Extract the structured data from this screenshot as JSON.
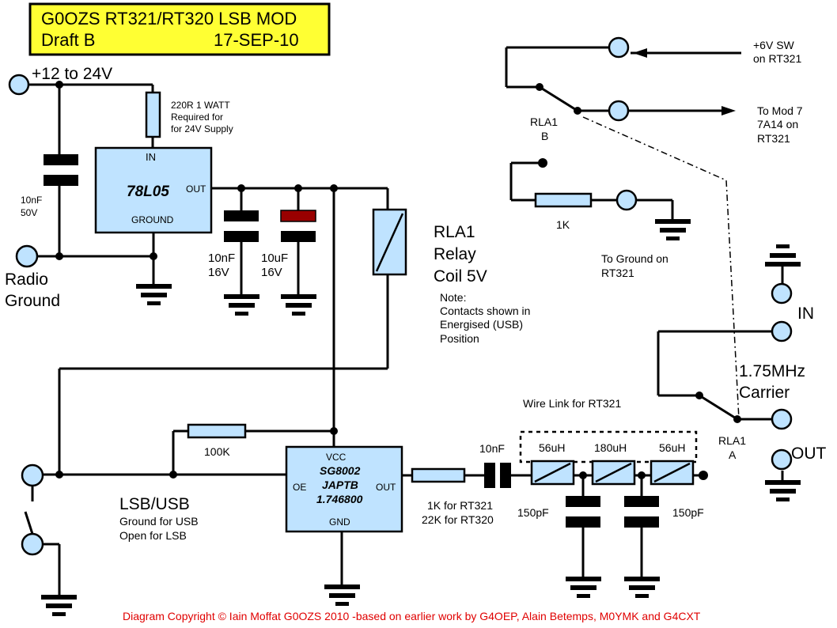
{
  "title": {
    "line1": "G0OZS RT321/RT320 LSB MOD",
    "draft": "Draft B",
    "date": "17-SEP-10",
    "bg": "#ffff33"
  },
  "labels": {
    "supply": "+12 to 24V",
    "resistor_220": "220R 1 WATT",
    "req1": "Required for",
    "req2": "for 24V Supply",
    "reg_in": "IN",
    "reg_name": "78L05",
    "reg_out": "OUT",
    "reg_gnd": "GROUND",
    "cap_10nf_50v_a": "10nF",
    "cap_10nf_50v_b": "50V",
    "radio_ground_1": "Radio",
    "radio_ground_2": "Ground",
    "cap_10nf_16v_a": "10nF",
    "cap_10nf_16v_b": "16V",
    "cap_10uf_a": "10uF",
    "cap_10uf_b": "16V",
    "relay_1": "RLA1",
    "relay_2": "Relay",
    "relay_3": "Coil 5V",
    "note_1": "Note:",
    "note_2": "Contacts shown in",
    "note_3": "Energised (USB)",
    "note_4": "Position",
    "sw_6v_1": "+6V SW",
    "sw_6v_2": "on RT321",
    "mod_1": "To Mod 7",
    "mod_2": "7A14 on",
    "mod_3": "RT321",
    "rla1b_1": "RLA1",
    "rla1b_2": "B",
    "res_1k": "1K",
    "gnd_rt_1": "To Ground on",
    "gnd_rt_2": "RT321",
    "in": "IN",
    "carrier_1": "1.75MHz",
    "carrier_2": "Carrier",
    "out": "OUT",
    "rla1a_1": "RLA1",
    "rla1a_2": "A",
    "res_100k": "100K",
    "lsb_usb": "LSB/USB",
    "lsb_note_1": "Ground for USB",
    "lsb_note_2": "Open for LSB",
    "osc_vcc": "VCC",
    "osc_1": "SG8002",
    "osc_2": "JAPTB",
    "osc_3": "1.746800",
    "osc_oe": "OE",
    "osc_out": "OUT",
    "osc_gnd": "GND",
    "wire_link": "Wire Link for RT321",
    "cap_10nf": "10nF",
    "ind_1": "56uH",
    "ind_2": "180uH",
    "ind_3": "56uH",
    "res_sel_1": "1K for RT321",
    "res_sel_2": "22K for RT320",
    "cap_150_a": "150pF",
    "cap_150_b": "150pF",
    "copyright": "Diagram Copyright © Iain Moffat G0OZS 2010 -based on earlier work by G4OEP, Alain Betemps, M0YMK and G4CXT"
  },
  "colors": {
    "component_fill": "#bfe3ff",
    "electrolytic": "#990000",
    "copyright": "#e00000"
  }
}
